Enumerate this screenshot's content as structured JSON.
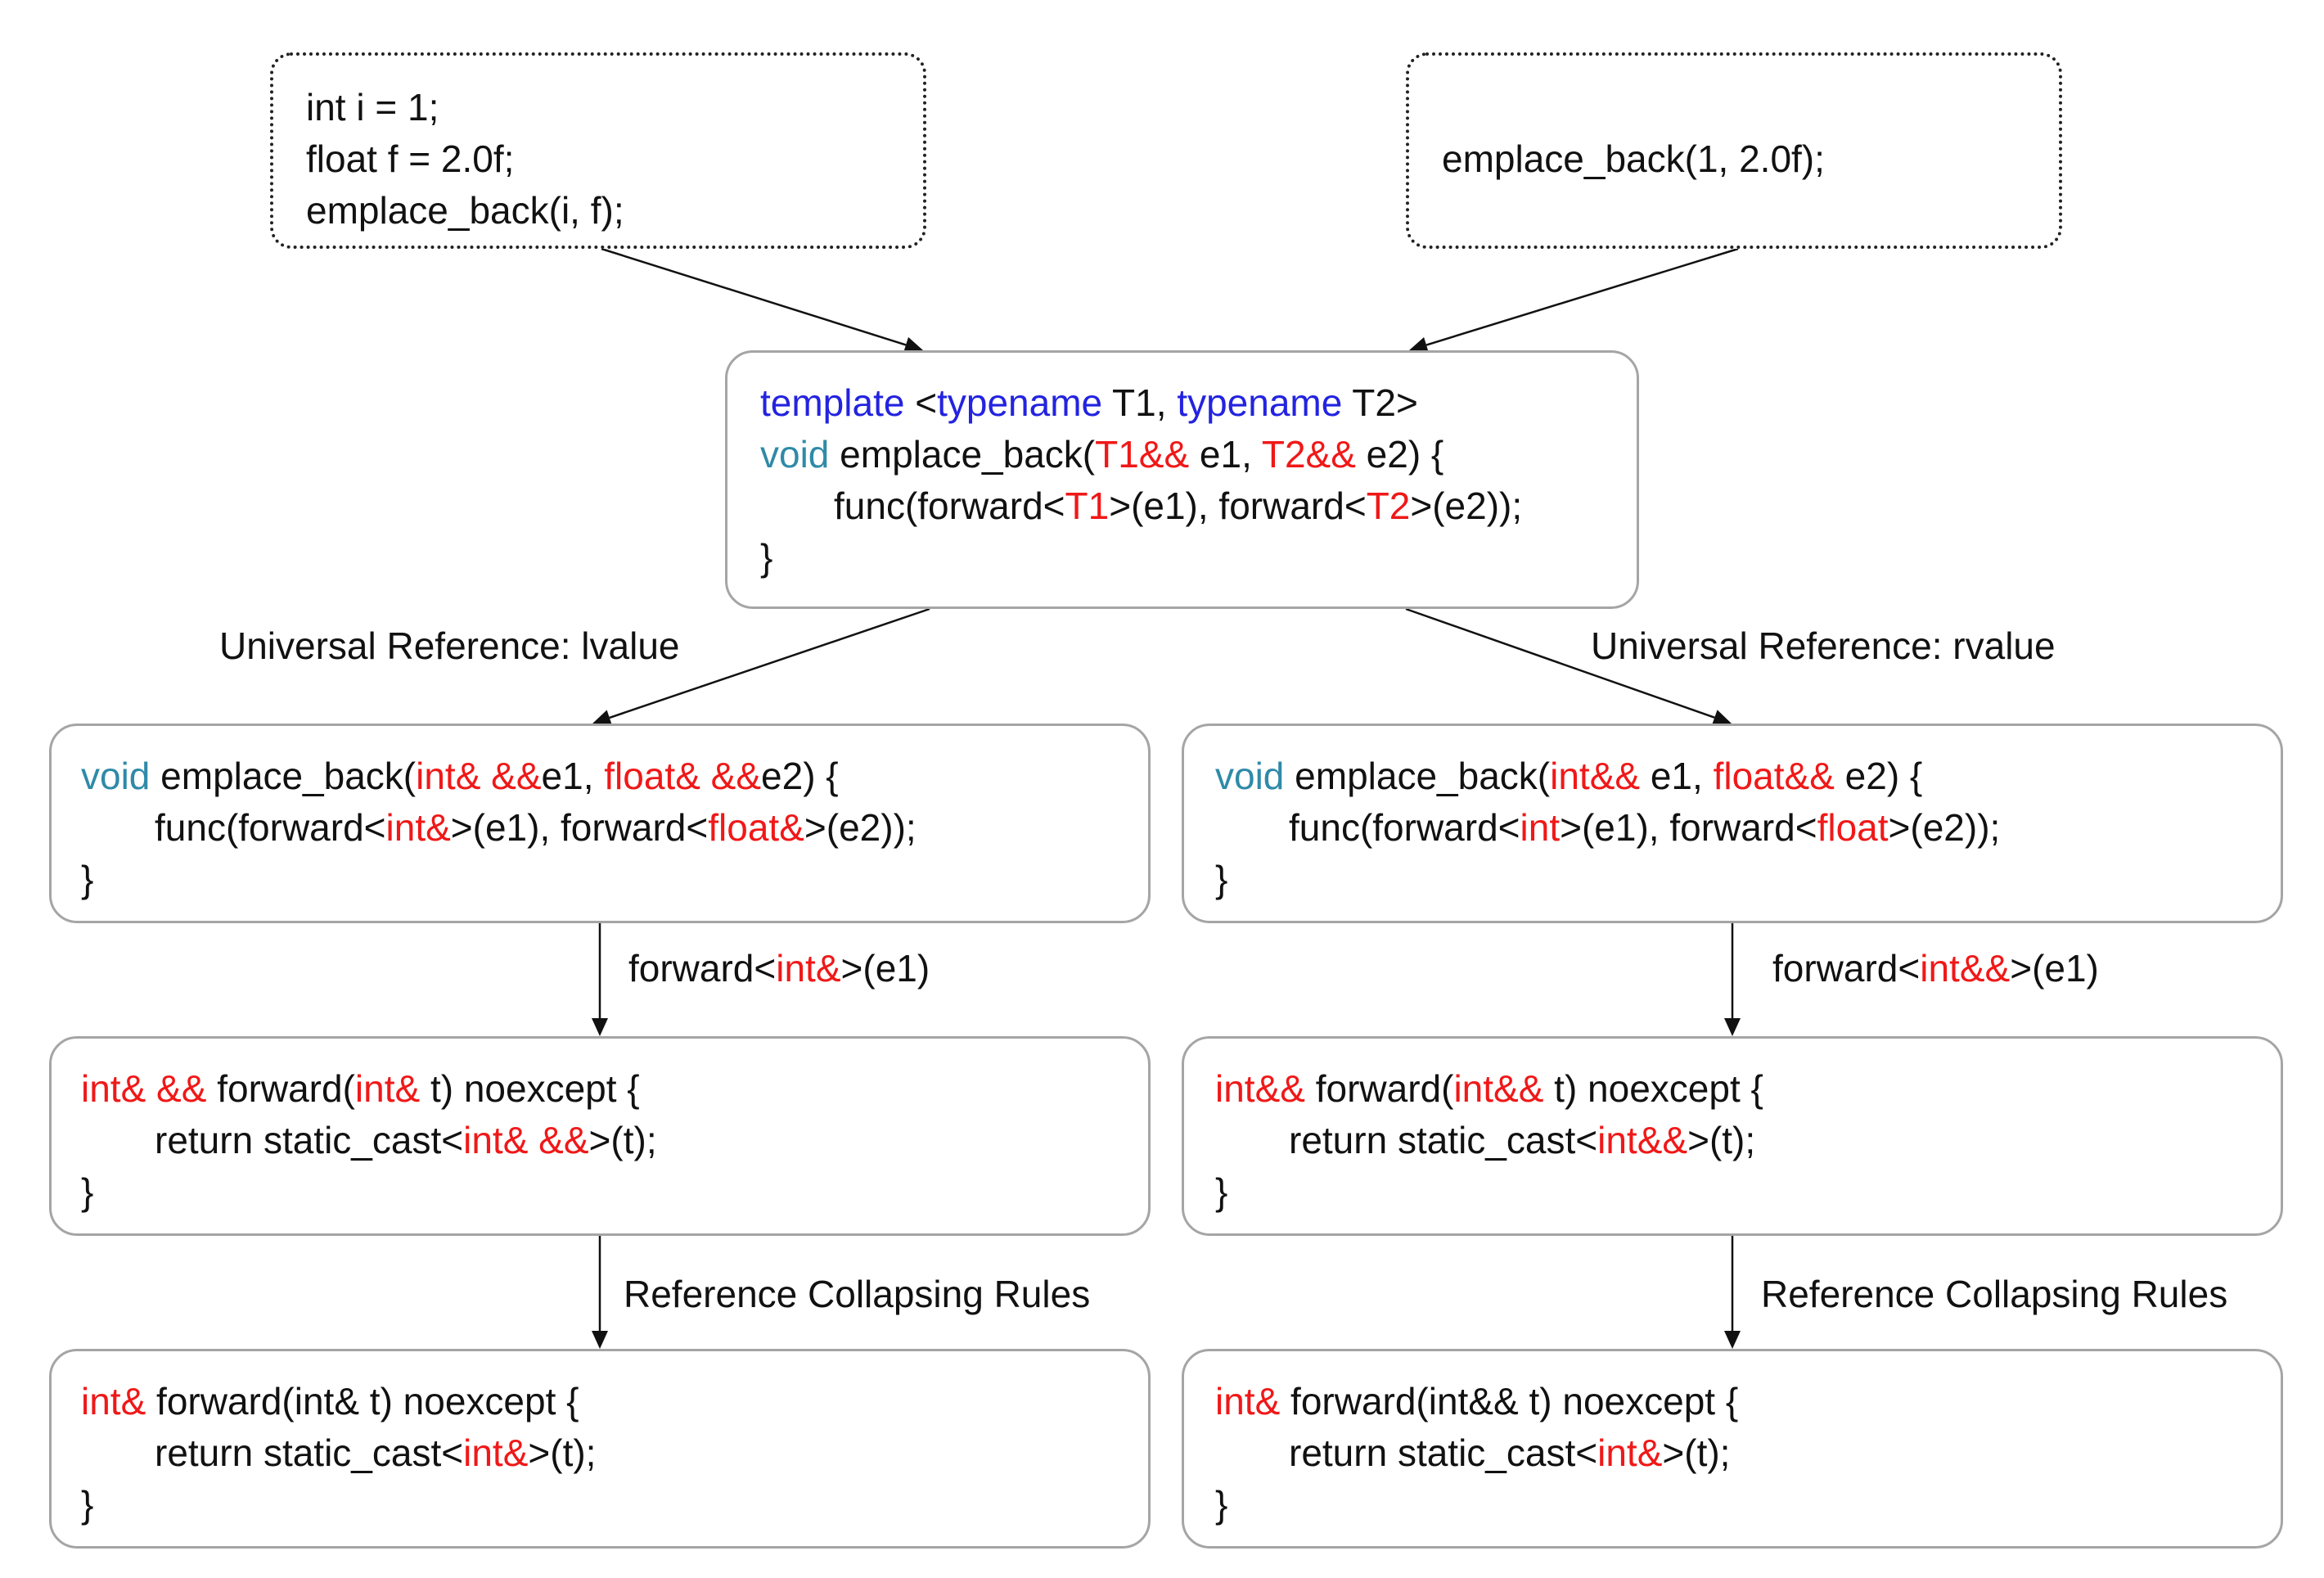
{
  "top_left": [
    [
      {
        "t": "int i = 1;"
      }
    ],
    [
      {
        "t": "float f = 2.0f;"
      }
    ],
    [
      {
        "t": "emplace_back(i, f);"
      }
    ]
  ],
  "top_right": [
    [
      {
        "t": "emplace_back(1, 2.0f);"
      }
    ]
  ],
  "template_box": [
    [
      {
        "t": "template",
        "c": "kw-blue"
      },
      {
        "t": " <"
      },
      {
        "t": "typename",
        "c": "kw-blue"
      },
      {
        "t": " T1, "
      },
      {
        "t": "typename",
        "c": "kw-blue"
      },
      {
        "t": " T2>"
      }
    ],
    [
      {
        "t": "void",
        "c": "kw-teal"
      },
      {
        "t": " emplace_back("
      },
      {
        "t": "T1&&",
        "c": "red"
      },
      {
        "t": " e1, "
      },
      {
        "t": "T2&&",
        "c": "red"
      },
      {
        "t": " e2) {"
      }
    ],
    [
      {
        "indent": true
      },
      {
        "t": "func(forward<"
      },
      {
        "t": "T1",
        "c": "red"
      },
      {
        "t": ">(e1), forward<"
      },
      {
        "t": "T2",
        "c": "red"
      },
      {
        "t": ">(e2));"
      }
    ],
    [
      {
        "t": "}"
      }
    ]
  ],
  "left_emplace": [
    [
      {
        "t": "void",
        "c": "kw-teal"
      },
      {
        "t": " emplace_back("
      },
      {
        "t": "int& &&",
        "c": "red"
      },
      {
        "t": "e1, "
      },
      {
        "t": "float& &&",
        "c": "red"
      },
      {
        "t": "e2) {"
      }
    ],
    [
      {
        "indent": true
      },
      {
        "t": "func(forward<"
      },
      {
        "t": "int&",
        "c": "red"
      },
      {
        "t": ">(e1), forward<"
      },
      {
        "t": "float&",
        "c": "red"
      },
      {
        "t": ">(e2));"
      }
    ],
    [
      {
        "t": "}"
      }
    ]
  ],
  "right_emplace": [
    [
      {
        "t": "void",
        "c": "kw-teal"
      },
      {
        "t": " emplace_back("
      },
      {
        "t": "int&&",
        "c": "red"
      },
      {
        "t": " e1, "
      },
      {
        "t": "float&&",
        "c": "red"
      },
      {
        "t": " e2) {"
      }
    ],
    [
      {
        "indent": true
      },
      {
        "t": "func(forward<"
      },
      {
        "t": "int",
        "c": "red"
      },
      {
        "t": ">(e1), forward<"
      },
      {
        "t": "float",
        "c": "red"
      },
      {
        "t": ">(e2));"
      }
    ],
    [
      {
        "t": "}"
      }
    ]
  ],
  "left_forward": [
    [
      {
        "t": "int& &&",
        "c": "red"
      },
      {
        "t": " forward("
      },
      {
        "t": "int&",
        "c": "red"
      },
      {
        "t": " t) noexcept {"
      }
    ],
    [
      {
        "indent": true
      },
      {
        "t": "return static_cast<"
      },
      {
        "t": "int& &&",
        "c": "red"
      },
      {
        "t": ">(t);"
      }
    ],
    [
      {
        "t": "}"
      }
    ]
  ],
  "right_forward": [
    [
      {
        "t": "int&&",
        "c": "red"
      },
      {
        "t": " forward("
      },
      {
        "t": "int&&",
        "c": "red"
      },
      {
        "t": " t) noexcept {"
      }
    ],
    [
      {
        "indent": true
      },
      {
        "t": "return static_cast<"
      },
      {
        "t": "int&&",
        "c": "red"
      },
      {
        "t": ">(t);"
      }
    ],
    [
      {
        "t": "}"
      }
    ]
  ],
  "left_collapsed": [
    [
      {
        "t": "int&",
        "c": "red"
      },
      {
        "t": " forward(int& t) noexcept {"
      }
    ],
    [
      {
        "indent": true
      },
      {
        "t": "return static_cast<"
      },
      {
        "t": "int&",
        "c": "red"
      },
      {
        "t": ">(t);"
      }
    ],
    [
      {
        "t": "}"
      }
    ]
  ],
  "right_collapsed": [
    [
      {
        "t": "int&",
        "c": "red"
      },
      {
        "t": " forward(int&& t) noexcept {"
      }
    ],
    [
      {
        "indent": true
      },
      {
        "t": "return static_cast<"
      },
      {
        "t": "int&",
        "c": "red"
      },
      {
        "t": ">(t);"
      }
    ],
    [
      {
        "t": "}"
      }
    ]
  ],
  "labels": {
    "universal_lvalue": "Universal Reference: lvalue",
    "universal_rvalue": "Universal Reference: rvalue",
    "left_forward_call": [
      {
        "t": "forward<"
      },
      {
        "t": "int&",
        "c": "red"
      },
      {
        "t": ">(e1)"
      }
    ],
    "right_forward_call": [
      {
        "t": "forward<"
      },
      {
        "t": "int&&",
        "c": "red"
      },
      {
        "t": ">(e1)"
      }
    ],
    "collapsing_left": "Reference Collapsing Rules",
    "collapsing_right": "Reference Collapsing Rules"
  },
  "colors": {
    "keyword_blue": "#2323e0",
    "keyword_teal": "#2f8aa8",
    "type_red": "#f01818",
    "box_border": "#a5a5a5"
  }
}
